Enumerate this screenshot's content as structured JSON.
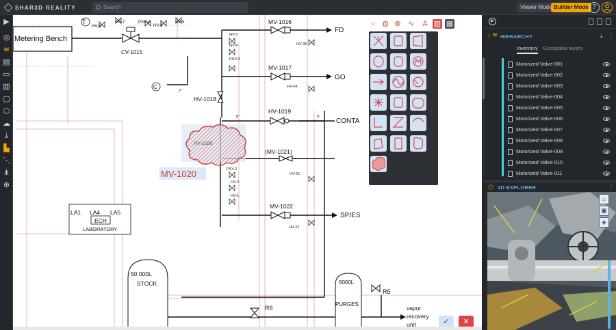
{
  "app": {
    "logo_text": "SHAR3D REALITY"
  },
  "topbar": {
    "search_placeholder": "Search",
    "viewer_mode_label": "Viewer Mode",
    "builder_mode_label": "Builder Mode",
    "help_label": "?",
    "accent": "#f0a500"
  },
  "sidebar": {
    "icons": [
      "play-icon",
      "layers-icon",
      "document-icon",
      "text-icon",
      "package-icon",
      "chart-icon",
      "comment-icon",
      "cube-icon",
      "cloud-icon",
      "download-icon",
      "factory-icon",
      "hierarchy-icon",
      "org-icon",
      "add-icon"
    ]
  },
  "diagram": {
    "labels": {
      "metering_bench": "Metering Bench",
      "cv1015": "CV-1015",
      "hv8": "HV-8",
      "hv7": "HV-7",
      "psv4": "PSV-4",
      "hv6": "HV-6",
      "hv5": "HV-5",
      "mv1016": "MV-1016",
      "fd": "FD",
      "hv3a": "HV-3",
      "hv4a": "HV-4",
      "psv3": "PSV-3",
      "hv35": "HV-35",
      "mv1017": "MV-1017",
      "go": "GO",
      "hv34": "HV-34",
      "hv1018": "HV-1018",
      "two_inch": "2\"",
      "mv1019": "HV-1019",
      "eight_inch": "8\"",
      "six_inch": "6\"",
      "conta": "CONTA",
      "hv1020": "HV-1020",
      "mv1020": "MV-1020",
      "mv1021": "(MV-1021)",
      "psv2": "PSV-2",
      "hv2": "HV-2",
      "hv1": "HV-1",
      "hv21": "HV-21",
      "mv1022": "MV-1022",
      "spes": "SP/ES",
      "hv22": "HV-22",
      "la1": "LA1",
      "la4": "LA4",
      "la5": "LA5",
      "ech": "ECH",
      "laboratory": "LABORATORY",
      "stock_cap": "50 000L",
      "stock": "STOCK",
      "purges_cap": "6000L",
      "purges": "PURGES",
      "r5": "R5",
      "r6": "R6",
      "vapor1": "vapor",
      "vapor2": "recovery",
      "vapor3": "unit",
      "t_marker": "T",
      "c_marker": "C",
      "a_marker": "A"
    }
  },
  "palette": {
    "top_tools": [
      "circle-icon",
      "filled-circle-icon",
      "link-icon",
      "tilde-icon",
      "text-tool-icon",
      "delete-icon",
      "stamp-icon"
    ],
    "text_tool_glyph": "A",
    "stroke_color": "#d24b4b"
  },
  "canvas_actions": {
    "confirm_glyph": "✓",
    "cancel_glyph": "✕"
  },
  "hierarchy": {
    "title": "HIERARCHY",
    "tab_inventory": "Inventory",
    "tab_geospatial": "Geospatial layers",
    "items": [
      "Motorized Valve-001",
      "Motorized Valve-002",
      "Motorized Valve-003",
      "Motorized Valve-004",
      "Motorized Valve-005",
      "Motorized Valve-006",
      "Motorized Valve-007",
      "Motorized Valve-008",
      "Motorized Valve-009",
      "Motorized Valve-010",
      "Motorized Valve-011"
    ]
  },
  "explorer": {
    "title": "3D EXPLORER",
    "tools": [
      "home-icon",
      "view-cube-icon",
      "orbit-icon"
    ]
  }
}
